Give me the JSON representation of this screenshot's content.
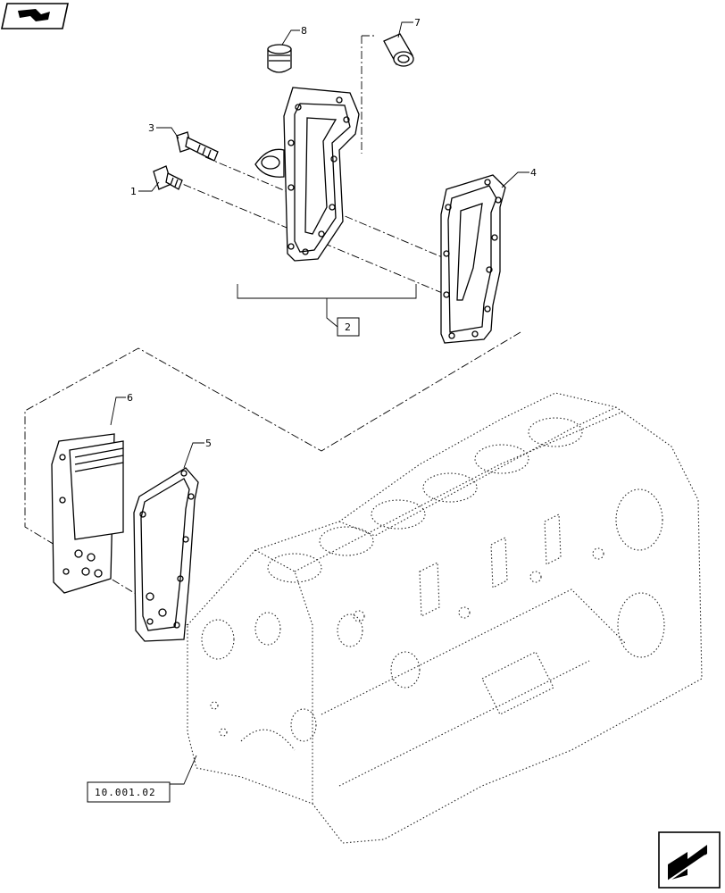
{
  "callouts": [
    {
      "id": "c1",
      "label": "1"
    },
    {
      "id": "c2",
      "label": "2"
    },
    {
      "id": "c3",
      "label": "3"
    },
    {
      "id": "c4",
      "label": "4"
    },
    {
      "id": "c5",
      "label": "5"
    },
    {
      "id": "c6",
      "label": "6"
    },
    {
      "id": "c7",
      "label": "7"
    },
    {
      "id": "c8",
      "label": "8"
    }
  ],
  "reference_label": "10.001.02",
  "icons": {
    "top_left": "book-arrow-icon",
    "bottom_right": "next-page-arrow-icon"
  }
}
